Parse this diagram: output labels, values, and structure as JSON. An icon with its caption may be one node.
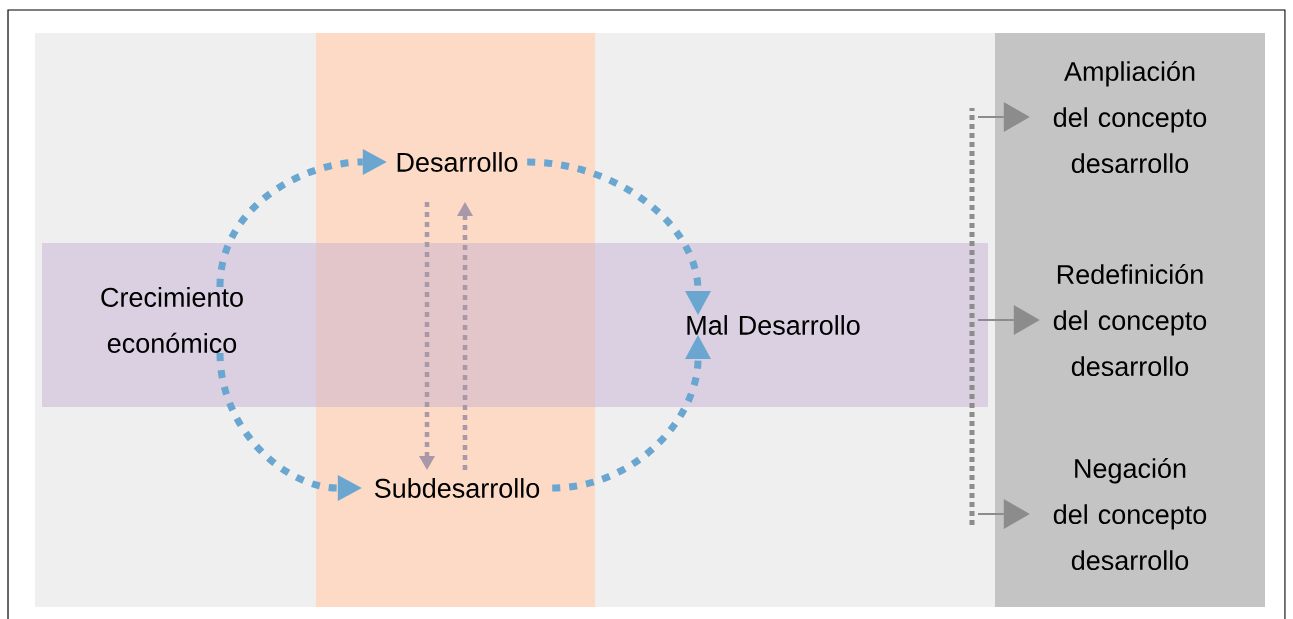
{
  "diagram": {
    "nodes": [
      {
        "text": [
          "Crecimiento económico"
        ]
      },
      {
        "text": [
          "Desarrollo"
        ]
      },
      {
        "text": [
          "Subdesarrollo"
        ]
      },
      {
        "text": [
          "Mal Desarrollo"
        ]
      },
      {
        "text": [
          "Ampliación del concepto desarrollo"
        ]
      },
      {
        "text": [
          "Redefinición del concepto desarrollo"
        ]
      },
      {
        "text": [
          "Negación del concepto desarrollo"
        ]
      }
    ],
    "edges": [
      {
        "from": 0,
        "to": 1,
        "arrow": "to",
        "style": "dashed",
        "color": "#6aa6cf"
      },
      {
        "from": 0,
        "to": 2,
        "arrow": "to",
        "style": "dashed",
        "color": "#6aa6cf"
      },
      {
        "from": 1,
        "to": 3,
        "arrow": "to",
        "style": "dashed",
        "color": "#6aa6cf"
      },
      {
        "from": 2,
        "to": 3,
        "arrow": "to",
        "style": "dashed",
        "color": "#6aa6cf"
      },
      {
        "from": 1,
        "to": 2,
        "arrow": "to",
        "style": "dashed",
        "color": "#a898a8"
      },
      {
        "from": 2,
        "to": 1,
        "arrow": "to",
        "style": "dashed",
        "color": "#a898a8"
      },
      {
        "from": null,
        "to": 4,
        "arrow": "to",
        "color": "#8c8c8c"
      },
      {
        "from": null,
        "to": 5,
        "arrow": "to",
        "color": "#8c8c8c"
      },
      {
        "from": null,
        "to": 6,
        "arrow": "to",
        "color": "#8c8c8c"
      }
    ]
  }
}
